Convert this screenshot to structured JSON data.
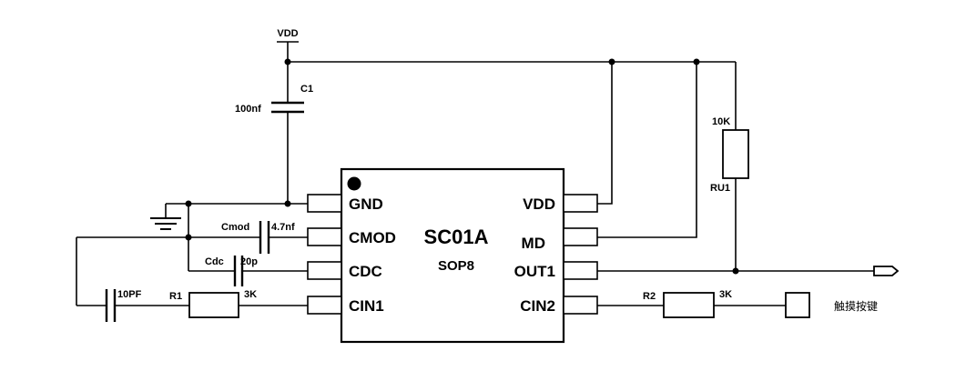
{
  "power": {
    "vdd_label": "VDD"
  },
  "chip": {
    "name": "SC01A",
    "package": "SOP8",
    "left_pins": [
      "GND",
      "CMOD",
      "CDC",
      "CIN1"
    ],
    "right_pins": [
      "VDD",
      "MD",
      "OUT1",
      "CIN2"
    ]
  },
  "components": {
    "c1": {
      "ref": "C1",
      "value": "100nf"
    },
    "cmod": {
      "ref": "Cmod",
      "value": "4.7nf"
    },
    "cdc": {
      "ref": "Cdc",
      "value": "20p"
    },
    "c_in": {
      "value": "10PF"
    },
    "r1": {
      "ref": "R1",
      "value": "3K"
    },
    "r2": {
      "ref": "R2",
      "value": "3K"
    },
    "ru1": {
      "ref": "RU1",
      "value": "10K"
    }
  },
  "touch_key": {
    "label": "触摸按键"
  }
}
